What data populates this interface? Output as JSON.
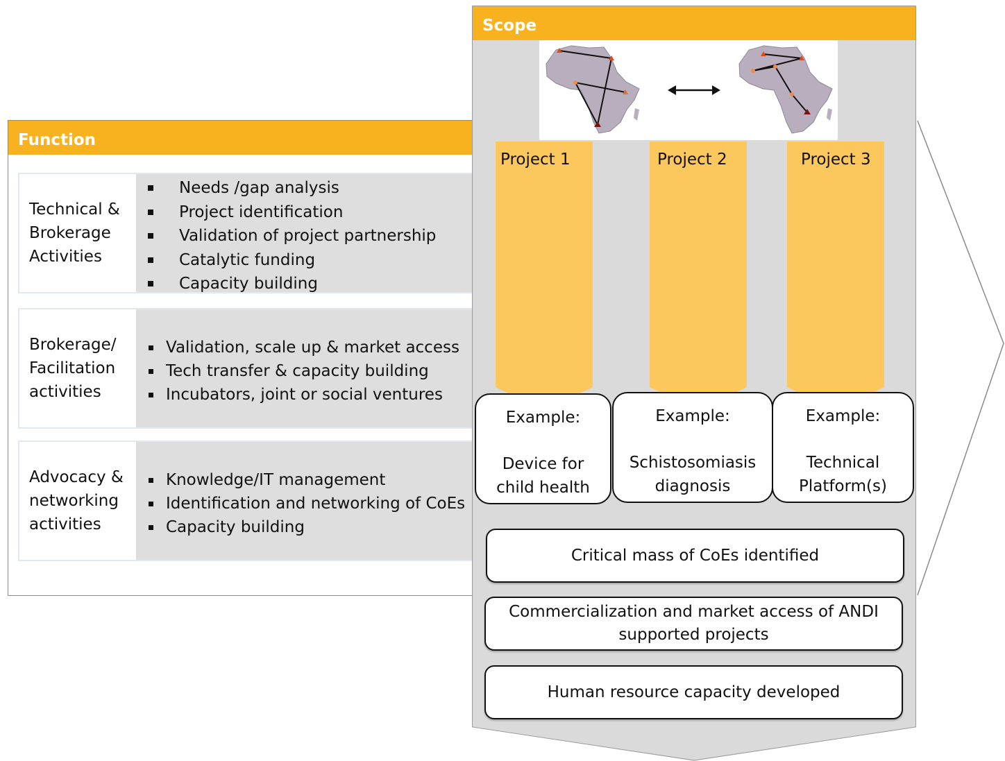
{
  "colors": {
    "header": "#f9b21f",
    "project_arrow": "#fcc75c",
    "panel_gray": "#dadada",
    "map_land": "#b8aebd",
    "route_line": "#111111",
    "marker": "#d94c1c"
  },
  "function": {
    "title": "Function",
    "rows": [
      {
        "label": "Technical &\nBrokerage\nActivities",
        "items": [
          "Needs /gap analysis",
          "Project identification",
          "Validation of project partnership",
          "Catalytic funding",
          "Capacity building"
        ]
      },
      {
        "label": "Brokerage/\nFacilitation\nactivities",
        "items": [
          "Validation, scale up & market access",
          "Tech transfer & capacity building",
          "Incubators, joint or social ventures"
        ]
      },
      {
        "label": "Advocacy &\nnetworking\nactivities",
        "items": [
          "Knowledge/IT management",
          "Identification and networking of CoEs",
          "Capacity building"
        ]
      }
    ]
  },
  "scope": {
    "title": "Scope",
    "maps": {
      "left_icon": "africa-map-icon",
      "exchange_icon": "double-arrow-icon",
      "right_icon": "africa-map-icon"
    },
    "projects": [
      {
        "label": "Project 1",
        "example_head": "Example:",
        "example_body": "Device for\nchild health"
      },
      {
        "label": "Project 2",
        "example_head": "Example:",
        "example_body": "Schistosomiasis\ndiagnosis"
      },
      {
        "label": "Project 3",
        "example_head": "Example:",
        "example_body": "Technical\nPlatform(s)"
      }
    ],
    "results": [
      "Critical mass of CoEs identified",
      "Commercialization and market access of ANDI supported projects",
      "Human resource capacity developed"
    ]
  }
}
